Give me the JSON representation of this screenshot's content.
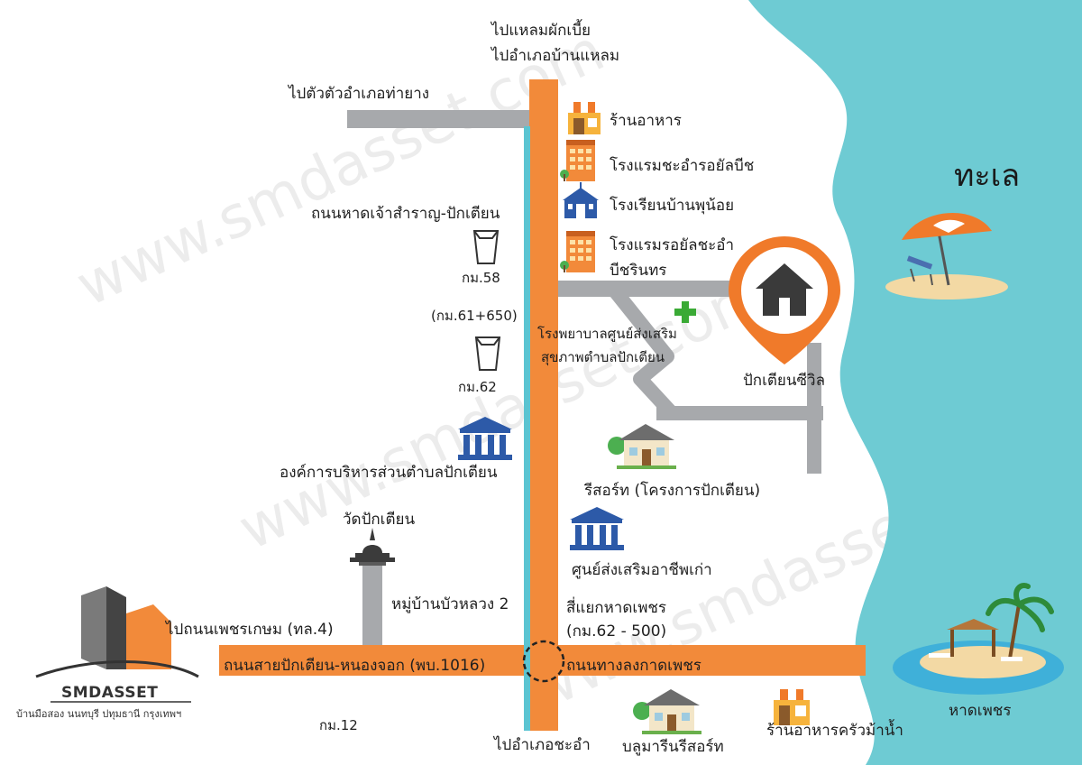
{
  "colors": {
    "sea": "#6ecbd3",
    "main_road": "#f28a3a",
    "side_road": "#a7a9ac",
    "river_line": "#5bc4d1",
    "pin": "#f07a2a",
    "icon_blue": "#2d5aa8"
  },
  "labels": {
    "north_1": "ไปแหลมผักเบี้ย",
    "north_2": "ไปอำเภอบ้านแหลม",
    "tayang": "ไปตัวตัวอำเภอท่ายาง",
    "restaurant": "ร้านอาหาร",
    "hotel_1": "โรงแรมชะอำรอยัลบีช",
    "school": "โรงเรียนบ้านพุน้อย",
    "hotel_2a": "โรงแรมรอยัลชะอำ",
    "hotel_2b": "บีชรินทร",
    "chao_road": "ถนนหาดเจ้าสำราญ-ปักเตียน",
    "km58": "กม.58",
    "km61": "(กม.61+650)",
    "km62": "กม.62",
    "hospital_1": "โรงพยาบาลศูนย์ส่งเสริม",
    "hospital_2": "สุขภาพตำบลปักเตียน",
    "destination": "ปักเตียนซีวิล",
    "sea": "ทะเล",
    "obt": "องค์การบริหารส่วนตำบลปักเตียน",
    "resort": "รีสอร์ท (โครงการปักเตียน)",
    "temple": "วัดปักเตียน",
    "elderly_center": "ศูนย์ส่งเสริมอาชีพเก่า",
    "village": "หมู่บ้านบัวหลวง 2",
    "phetkasem": "ไปถนนเพชรเกษม (ทล.4)",
    "junction_1": "สี่แยกหาดเพชร",
    "junction_2": "(กม.62 - 500)",
    "road_left": "ถนนสายปักเตียน-หนองจอก (พบ.1016)",
    "road_right": "ถนนทางลงกาดเพชร",
    "km12": "กม.12",
    "south": "ไปอำเภอชะอำ",
    "bluemarine": "บลูมารีนรีสอร์ท",
    "seafood": "ร้านอาหารครัวม้าน้ำ",
    "beach": "หาดเพชร"
  },
  "brand": {
    "name": "SMDASSET",
    "subtitle": "บ้านมือสอง นนทบุรี ปทุมธานี กรุงเทพฯ"
  },
  "watermark": "www.smdasset.com",
  "icons": {
    "restaurant": "shop-awning-icon",
    "hotel": "hotel-building-icon",
    "school": "school-building-icon",
    "milestone": "milestone-icon",
    "hospital": "green-cross-icon",
    "government": "government-building-icon",
    "temple": "temple-icon",
    "house": "house-icon",
    "pin": "location-pin-icon",
    "umbrella": "beach-umbrella-icon",
    "island": "tropical-island-icon"
  }
}
